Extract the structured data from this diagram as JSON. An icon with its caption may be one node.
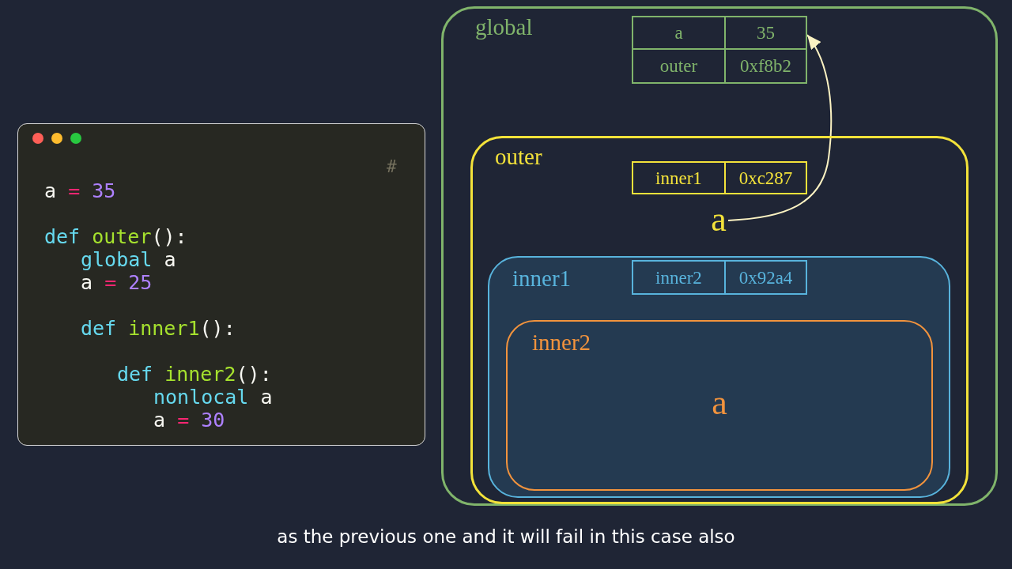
{
  "diagram": {
    "nodes": [
      {
        "text": [
          "#",
          "a = 35",
          "def outer():",
          "global a",
          "a = 25",
          "def inner1():",
          "def inner2():",
          "nonlocal a",
          "a = 30"
        ]
      },
      {
        "text": [
          "global"
        ]
      },
      {
        "text": [
          "a",
          "35",
          "outer",
          "0xf8b2"
        ],
        "in": 1
      },
      {
        "text": [
          "outer"
        ],
        "in": 1
      },
      {
        "text": [
          "inner1",
          "0xc287"
        ],
        "in": 3
      },
      {
        "text": [
          "a"
        ],
        "in": 3
      },
      {
        "text": [
          "inner1"
        ],
        "in": 3
      },
      {
        "text": [
          "inner2",
          "0x92a4"
        ],
        "in": 6
      },
      {
        "text": [
          "inner2",
          "a"
        ],
        "in": 6
      }
    ],
    "edges": [
      {
        "from": 5,
        "to": 2,
        "arrow": "to"
      }
    ],
    "labels": [
      "as the previous one and it will fail in this case also"
    ]
  }
}
